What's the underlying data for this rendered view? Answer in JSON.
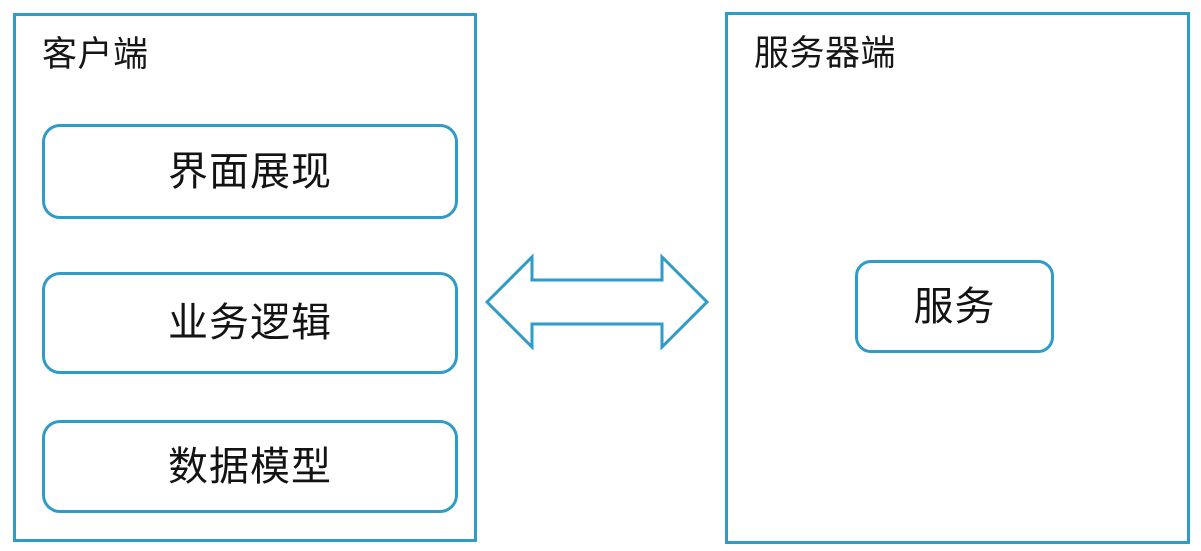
{
  "diagram": {
    "type": "architecture-block-diagram",
    "background_color": "#ffffff",
    "accent_color": "#2e9bc9",
    "text_color": "#131313",
    "client": {
      "title": "客户端",
      "layers": [
        {
          "label": "界面展现"
        },
        {
          "label": "业务逻辑"
        },
        {
          "label": "数据模型"
        }
      ]
    },
    "server": {
      "title": "服务器端",
      "components": [
        {
          "label": "服务"
        }
      ]
    },
    "connector": {
      "icon": "double-headed-arrow",
      "direction": "bidirectional",
      "label": ""
    }
  }
}
